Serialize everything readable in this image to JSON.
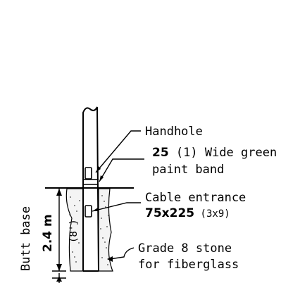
{
  "labels": {
    "handhole": "Handhole",
    "band_size": "25",
    "band_rest": " (1) Wide green",
    "band_line2": "paint band",
    "cable_line1": "Cable entrance",
    "cable_size": "75x225",
    "cable_size_imperial": " (3x9)",
    "grade_line1": "Grade 8 stone",
    "grade_line2": "for fiberglass",
    "butt_base": "Butt base",
    "depth_metric": "2.4 m",
    "depth_imperial": "(8')"
  }
}
